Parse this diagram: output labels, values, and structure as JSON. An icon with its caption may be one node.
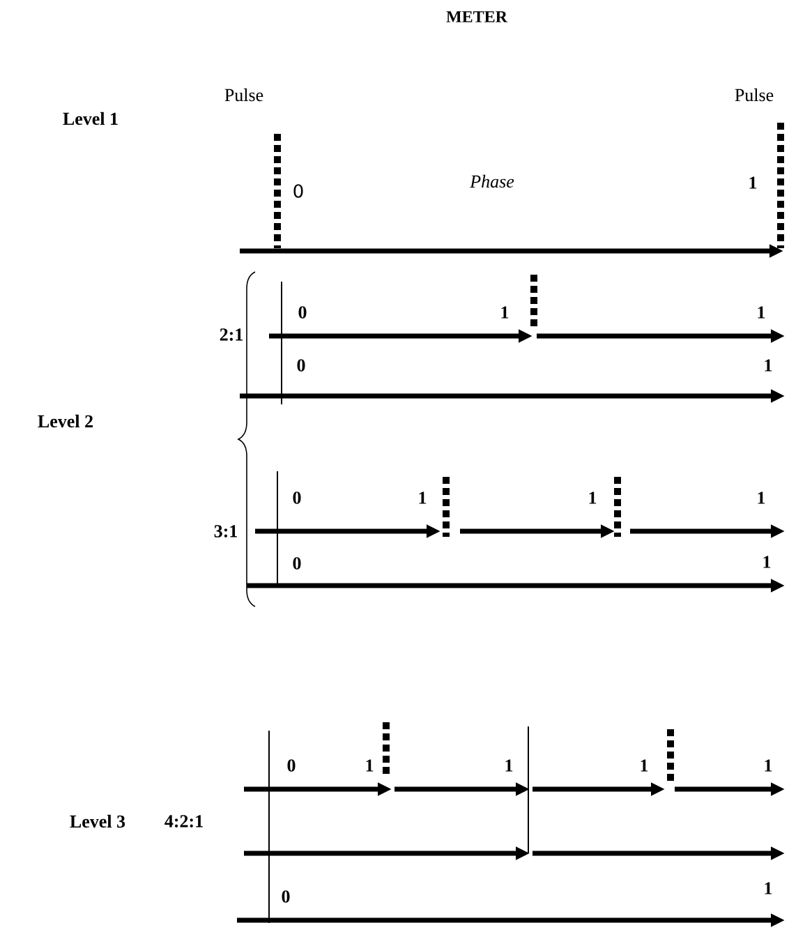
{
  "diagram": {
    "title": "METER",
    "labels": [
      "Pulse",
      "Pulse",
      "Level 1",
      "0",
      "Phase",
      "1",
      "0",
      "1",
      "1",
      "2:1",
      "0",
      "1",
      "Level 2",
      "0",
      "1",
      "1",
      "1",
      "3:1",
      "0",
      "1",
      "0",
      "1",
      "1",
      "1",
      "1",
      "Level 3",
      "4:2:1",
      "0",
      "1"
    ]
  }
}
